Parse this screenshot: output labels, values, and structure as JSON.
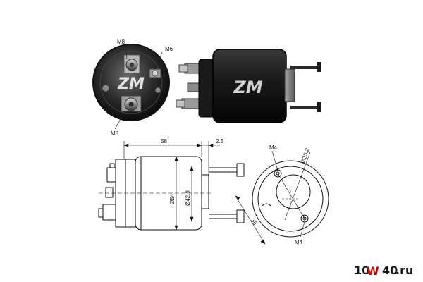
{
  "diagram": {
    "photo_labels": {
      "m8_top": "M8",
      "m6": "M6",
      "m8_bottom": "M8"
    },
    "dimensions": {
      "length": "58",
      "offset": "2.5",
      "outer_dia": "Ø54",
      "inner_dia": "Ø42.9",
      "pcd": "Ø25.2",
      "pitch": "36",
      "m4_top": "M4",
      "m4_bottom": "M4"
    },
    "logo_lettering": "ZM"
  },
  "watermark": {
    "part1": "10",
    "part2": "W",
    "part3": "40",
    "part4": ".ru",
    "colors": {
      "primary": "#1a1a1a",
      "accent": "#d10000",
      "bg": "#ffffff"
    }
  }
}
